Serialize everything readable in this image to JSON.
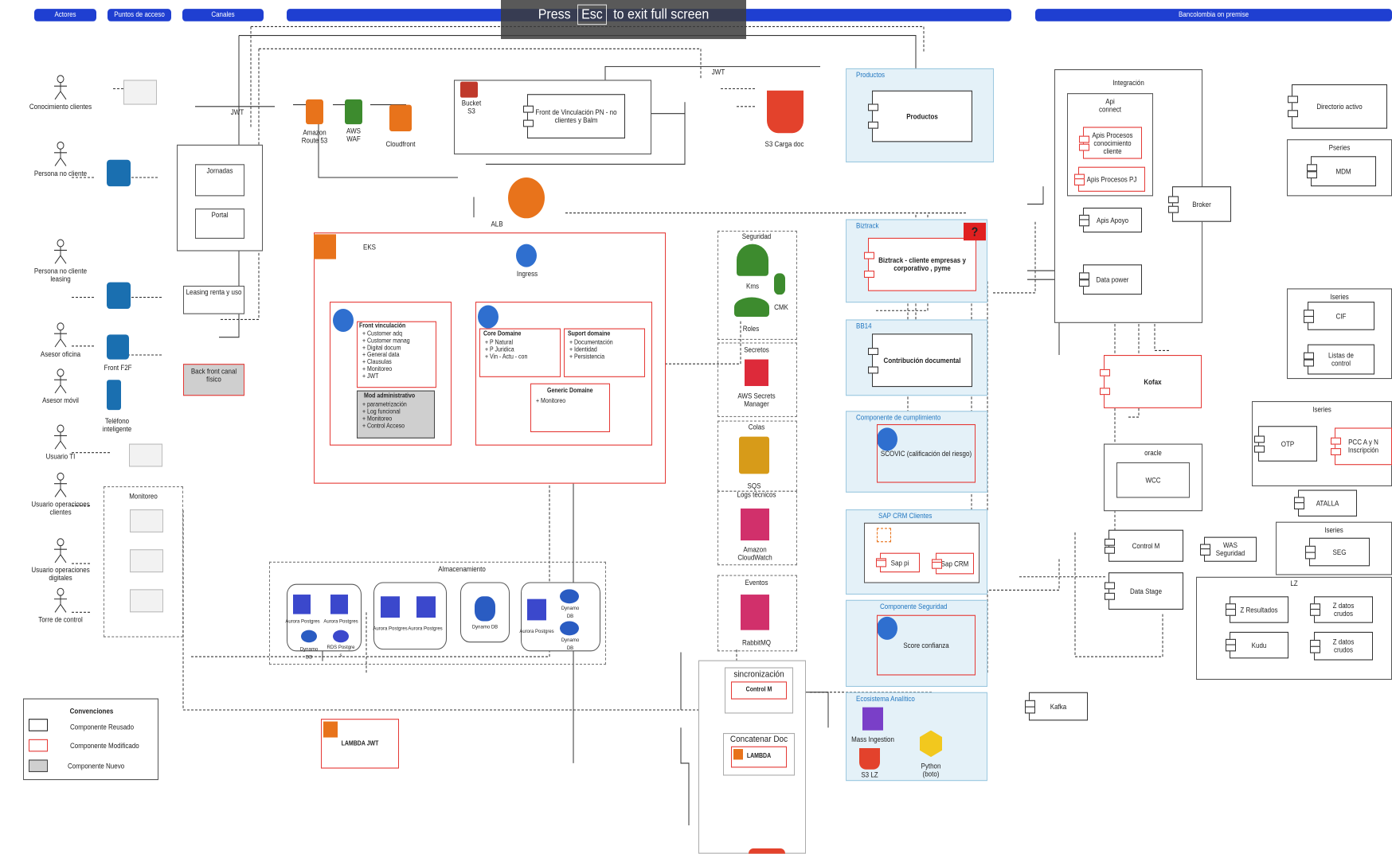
{
  "lanes": [
    "Actores",
    "Puntos de acceso",
    "Canales",
    "Bancolombia on premise"
  ],
  "overlay": {
    "press": "Press",
    "key": "Esc",
    "rest": "to exit full screen"
  },
  "actors": [
    "Conocimiento clientes",
    "Persona no cliente",
    "Persona no cliente leasing",
    "Asesor oficina",
    "Asesor móvil",
    "Usuario TI",
    "Usuario operaciones clientes",
    "Usuario operaciones digitales",
    "Torre de control"
  ],
  "channels": {
    "jornadas": "Jornadas",
    "portal": "Portal",
    "leasing": "Leasing renta y uso",
    "front_f2f": "Front F2F",
    "telefono": "Teléfono inteligente",
    "back_front": "Back front canal físico",
    "monitoreo": "Monitoreo"
  },
  "edge": {
    "jwt1": "JWT",
    "jwt2": "JWT",
    "route53": "Amazon Route 53",
    "waf": "AWS WAF",
    "cloudfront": "Cloudfront",
    "bucket": "Bucket S3",
    "front_vinc": "Front de Vinculación PN - no clientes y Balm",
    "s3_carga": "S3 Carga doc",
    "alb": "ALB"
  },
  "eks": {
    "title": "EKS",
    "ingress": "Ingress",
    "front_vinc_title": "Front vinculación",
    "front_items": [
      "Customer adq",
      "Customer manag",
      "Digital docum",
      "General data",
      "Clausulas",
      "Monitoreo",
      "JWT"
    ],
    "mod_admin_title": "Mod administrativo",
    "mod_admin_items": [
      "parametrización",
      "Log funcional",
      "Monitoreo",
      "Control Acceso"
    ],
    "core_title": "Core Domaine",
    "core_items": [
      "P Natural",
      "P Juridica",
      "Vin - Actu - con"
    ],
    "suport_title": "Suport domaine",
    "suport_items": [
      "Documentación",
      "Identidad",
      "Persistencia"
    ],
    "generic_title": "Generic Domaine",
    "generic_items": [
      "Monitoreo"
    ]
  },
  "security": {
    "seguridad": "Seguridad",
    "kms": "Kms",
    "cmk": "CMK",
    "roles": "Roles",
    "secretos": "Secretos",
    "secrets_mgr": "AWS Secrets Manager",
    "colas": "Colas",
    "sqs": "SQS",
    "logs": "Logs técnicos",
    "cloudwatch": "Amazon CloudWatch",
    "eventos": "Eventos",
    "rabbit": "RabbitMQ"
  },
  "storage": {
    "title": "Almacenamiento",
    "aurora": "Aurora Postgres",
    "dynamo": "Dynamo DB",
    "rds": "RDS Postgre s"
  },
  "sync": {
    "title": "sincronización",
    "control": "Control M",
    "concat": "Concatenar Doc",
    "lambda": "LAMBDA",
    "lambda_jwt": "LAMBDA JWT"
  },
  "legend": {
    "title": "Convenciones",
    "items": [
      "Componente Reusado",
      "Componente Modificado",
      "Componente Nuevo"
    ]
  },
  "panels": {
    "productos_title": "Productos",
    "productos": "Productos",
    "biztrack_title": "Biztrack",
    "biztrack": "Biztrack - cliente empresas y corporativo , pyme",
    "question": "?",
    "bb14_title": "BB14",
    "contribucion": "Contribución documental",
    "cumplimiento_title": "Componente de cumplimiento",
    "scovic": "SCOVIC (calificación del riesgo)",
    "sap_title": "SAP CRM Clientes",
    "sap_pi": "Sap pi",
    "sap_crm": "Sap CRM",
    "seguridad_title": "Componente Seguridad",
    "score": "Score confianza",
    "analitico_title": "Ecosistema Analítico",
    "mass": "Mass Ingestion",
    "s3lz": "S3 LZ",
    "python": "Python (boto)"
  },
  "onprem": {
    "integracion": "Integración",
    "api_connect": "Api connect",
    "apis_proc1": "Apis Procesos conocimiento cliente",
    "apis_proc2": "Apis Procesos PJ",
    "apis_apoyo": "Apis Apoyo",
    "data_power": "Data power",
    "broker": "Broker",
    "kofax": "Kofax",
    "directorio": "Directorio activo",
    "pseries": "Pseries",
    "mdm": "MDM",
    "iseries1": "Iseries",
    "cif": "CIF",
    "listas": "Listas de control",
    "iseries2": "Iseries",
    "otp": "OTP",
    "pcc": "PCC A y N Inscripción",
    "atalla": "ATALLA",
    "oracle": "oracle",
    "wcc": "WCC",
    "control_m": "Control M",
    "was": "WAS Seguridad",
    "iseries3": "Iseries",
    "seg": "SEG",
    "data_stage": "Data Stage",
    "lz": "LZ",
    "z_resultados": "Z Resultados",
    "z_datos1": "Z datos crudos",
    "kudu": "Kudu",
    "z_datos2": "Z datos crudos",
    "kafka": "Kafka"
  }
}
